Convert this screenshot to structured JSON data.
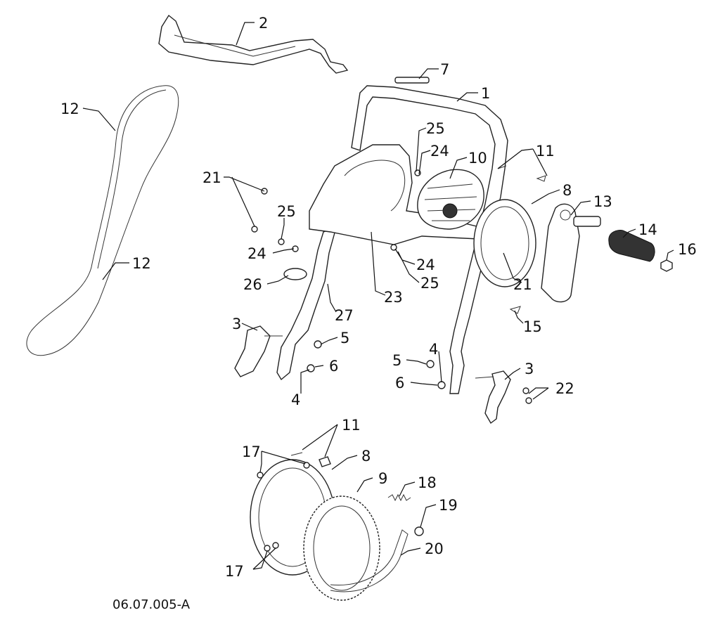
{
  "figure_id": "06.07.005-A",
  "callouts": {
    "c1": "1",
    "c2": "2",
    "c3a": "3",
    "c3b": "3",
    "c4a": "4",
    "c4b": "4",
    "c5a": "5",
    "c5b": "5",
    "c6a": "6",
    "c6b": "6",
    "c7": "7",
    "c8a": "8",
    "c8b": "8",
    "c9": "9",
    "c10": "10",
    "c11a": "11",
    "c11b": "11",
    "c12a": "12",
    "c12b": "12",
    "c13": "13",
    "c14": "14",
    "c15": "15",
    "c16": "16",
    "c17a": "17",
    "c17b": "17",
    "c18": "18",
    "c19": "19",
    "c20": "20",
    "c21a": "21",
    "c21b": "21",
    "c22": "22",
    "c23": "23",
    "c24a": "24",
    "c24b": "24",
    "c24c": "24",
    "c25a": "25",
    "c25b": "25",
    "c25c": "25",
    "c26": "26",
    "c27": "27"
  }
}
